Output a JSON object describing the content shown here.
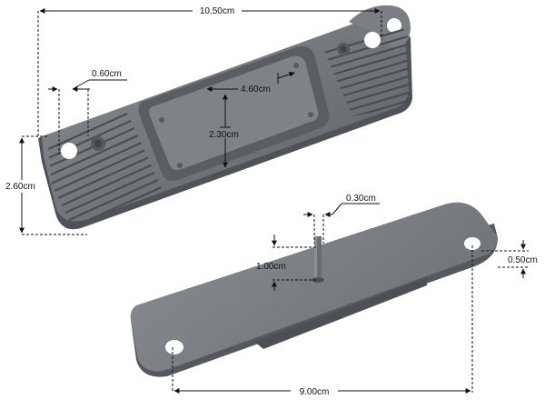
{
  "dimensions": {
    "top_length": "10.50cm",
    "slot_width": "0.60cm",
    "pocket_length": "4.60cm",
    "pocket_width": "2.30cm",
    "plate_width": "2.60cm",
    "pin_diameter": "0.30cm",
    "pin_height": "1.00cm",
    "plate_thickness": "0.50cm",
    "hole_spacing": "9.00cm"
  },
  "colors": {
    "background": "#ffffff",
    "part_dark": "#5e6266",
    "part_mid": "#777b80",
    "part_light": "#9a9ea2",
    "dim_line": "#111111"
  }
}
